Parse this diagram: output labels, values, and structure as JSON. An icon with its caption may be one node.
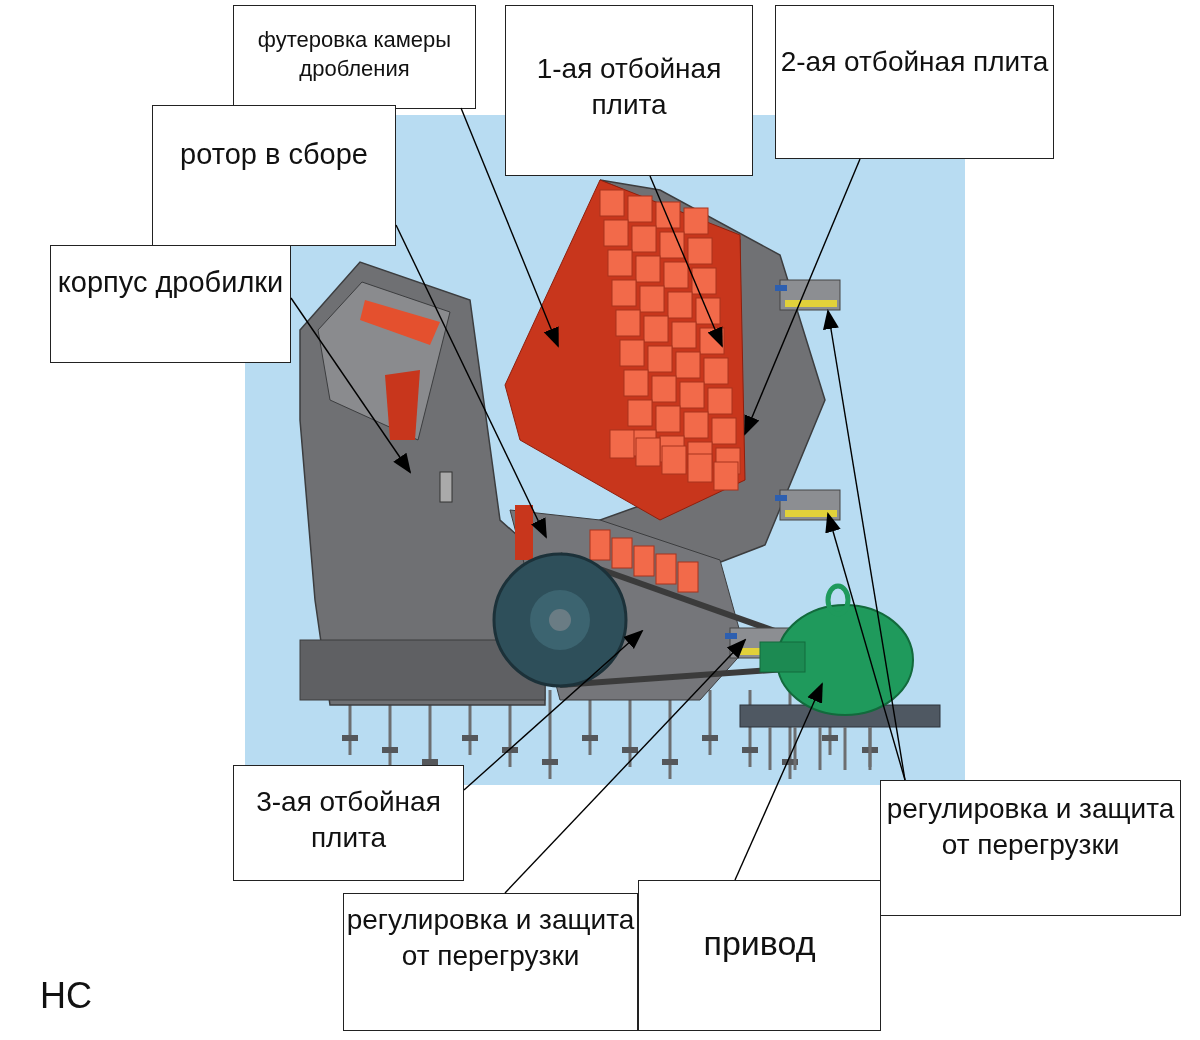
{
  "diagram": {
    "nodes": [
      {
        "text": [
          "футеровка камеры дробления"
        ]
      },
      {
        "text": [
          "1-ая отбойная плита"
        ]
      },
      {
        "text": [
          "2-ая отбойная плита"
        ]
      },
      {
        "text": [
          "ротор в сборе"
        ]
      },
      {
        "text": [
          "корпус дробилки"
        ]
      },
      {
        "text": [
          "3-ая отбойная плита"
        ]
      },
      {
        "text": [
          "регулировка и защита от перегрузки"
        ]
      },
      {
        "text": [
          "привод"
        ]
      },
      {
        "text": [
          "регулировка и защита от перегрузки"
        ]
      }
    ],
    "edges": [
      {
        "from": 0,
        "to": null,
        "arrow": "to"
      },
      {
        "from": 1,
        "to": null,
        "arrow": "to"
      },
      {
        "from": 2,
        "to": null,
        "arrow": "to"
      },
      {
        "from": 3,
        "to": null,
        "arrow": "to"
      },
      {
        "from": 4,
        "to": null,
        "arrow": "to"
      },
      {
        "from": 5,
        "to": null,
        "arrow": "to"
      },
      {
        "from": 6,
        "to": null,
        "arrow": "to"
      },
      {
        "from": 6,
        "to": null,
        "arrow": "to"
      },
      {
        "from": 7,
        "to": null,
        "arrow": "to"
      },
      {
        "from": 8,
        "to": null,
        "arrow": "to"
      }
    ],
    "labels": [
      "НС"
    ]
  }
}
